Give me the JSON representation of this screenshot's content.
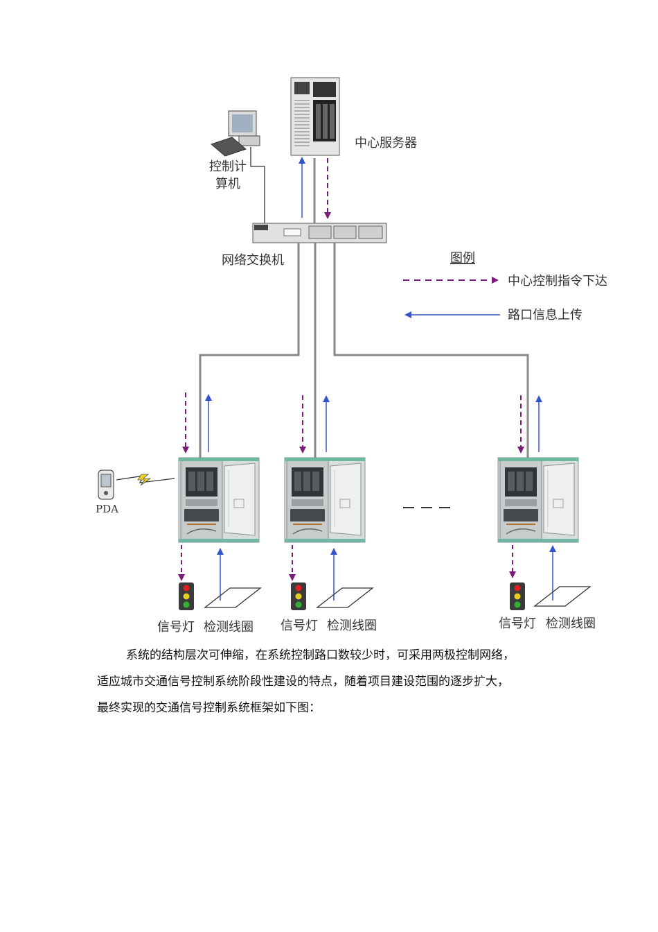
{
  "diagram": {
    "server_label": "中心服务器",
    "pc_label_line1": "控制计",
    "pc_label_line2": "算机",
    "switch_label": "网络交换机",
    "legend": {
      "title": "图例",
      "command_label": "中心控制指令下达",
      "upload_label": "路口信息上传"
    },
    "pda_label": "PDA",
    "intersections": [
      {
        "signal_label": "信号灯",
        "detector_label": "检测线圈"
      },
      {
        "signal_label": "信号灯",
        "detector_label": "检测线圈"
      },
      {
        "signal_label": "信号灯",
        "detector_label": "检测线圈"
      }
    ],
    "colors": {
      "command_arrow": "#7a1a7a",
      "upload_arrow": "#3355cc",
      "network_line": "#888888"
    }
  },
  "paragraph": {
    "line1": "系统的结构层次可伸缩，在系统控制路口数较少时，可采用两极控制网络，",
    "line2": "适应城市交通信号控制系统阶段性建设的特点，随着项目建设范围的逐步扩大，",
    "line3": "最终实现的交通信号控制系统框架如下图："
  }
}
